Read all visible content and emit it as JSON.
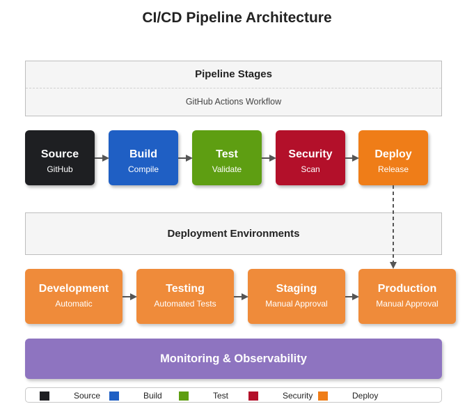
{
  "title": "CI/CD Pipeline Architecture",
  "pipeline_panel": {
    "heading": "Pipeline Stages",
    "subheading": "GitHub Actions Workflow"
  },
  "stages": [
    {
      "name": "Source",
      "sub": "GitHub",
      "color": "#1e1f22"
    },
    {
      "name": "Build",
      "sub": "Compile",
      "color": "#1f5fc4"
    },
    {
      "name": "Test",
      "sub": "Validate",
      "color": "#5e9e12"
    },
    {
      "name": "Security",
      "sub": "Scan",
      "color": "#b3102a"
    },
    {
      "name": "Deploy",
      "sub": "Release",
      "color": "#ef7d18"
    }
  ],
  "environments_panel": {
    "heading": "Deployment Environments"
  },
  "environments": [
    {
      "name": "Development",
      "sub": "Automatic"
    },
    {
      "name": "Testing",
      "sub": "Automated Tests"
    },
    {
      "name": "Staging",
      "sub": "Manual Approval"
    },
    {
      "name": "Production",
      "sub": "Manual Approval"
    }
  ],
  "environment_color": "#ef8b3a",
  "monitoring": {
    "label": "Monitoring & Observability",
    "color": "#8e74c0"
  },
  "legend": [
    {
      "label": "Source",
      "color": "#1e1f22"
    },
    {
      "label": "Build",
      "color": "#1f5fc4"
    },
    {
      "label": "Test",
      "color": "#5e9e12"
    },
    {
      "label": "Security",
      "color": "#b3102a"
    },
    {
      "label": "Deploy",
      "color": "#ef7d18"
    }
  ],
  "arrow_color": "#555555"
}
